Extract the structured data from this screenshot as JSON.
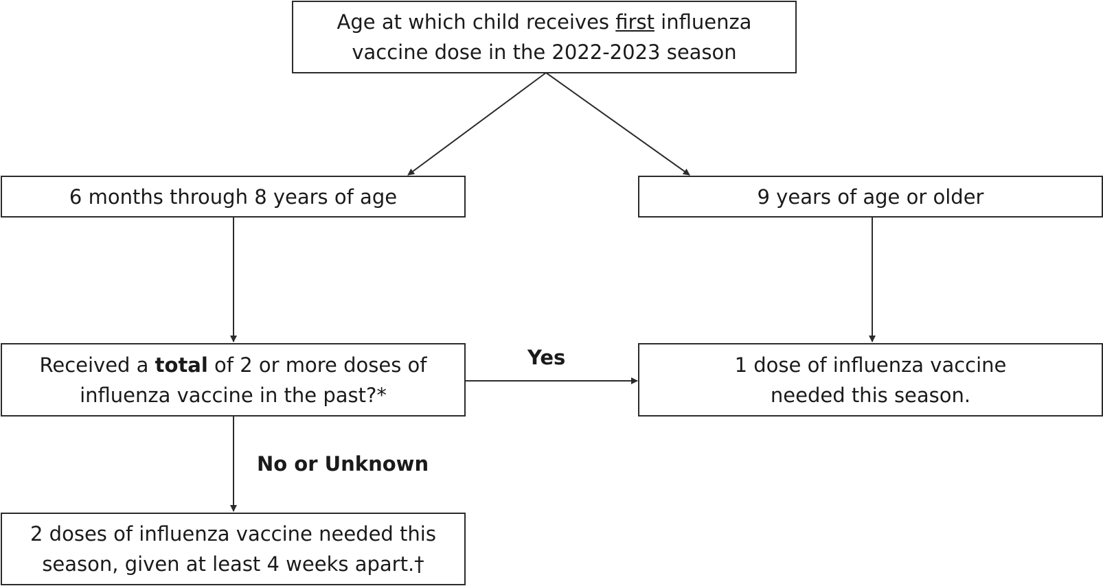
{
  "nodes": {
    "root": {
      "line1_a": "Age at which child receives ",
      "line1_underlined": "first",
      "line1_b": " influenza",
      "line2": "vaccine dose in the 2022-2023 season"
    },
    "young": {
      "text": "6 months through 8 years of age"
    },
    "older": {
      "text": "9 years of age or older"
    },
    "question": {
      "line1_a": "Received a ",
      "line1_bold": "total",
      "line1_b": " of 2 or more doses of",
      "line2": "influenza vaccine in the past?*"
    },
    "one_dose": {
      "line1": "1 dose of influenza vaccine",
      "line2": "needed this season."
    },
    "two_doses": {
      "line1": "2 doses of influenza vaccine needed this",
      "line2": "season, given at least 4 weeks apart.†"
    }
  },
  "edges": {
    "yes_label": "Yes",
    "no_label": "No or Unknown"
  },
  "colors": {
    "line": "#2b2b2b",
    "text": "#1a1a1a",
    "background": "#ffffff"
  }
}
